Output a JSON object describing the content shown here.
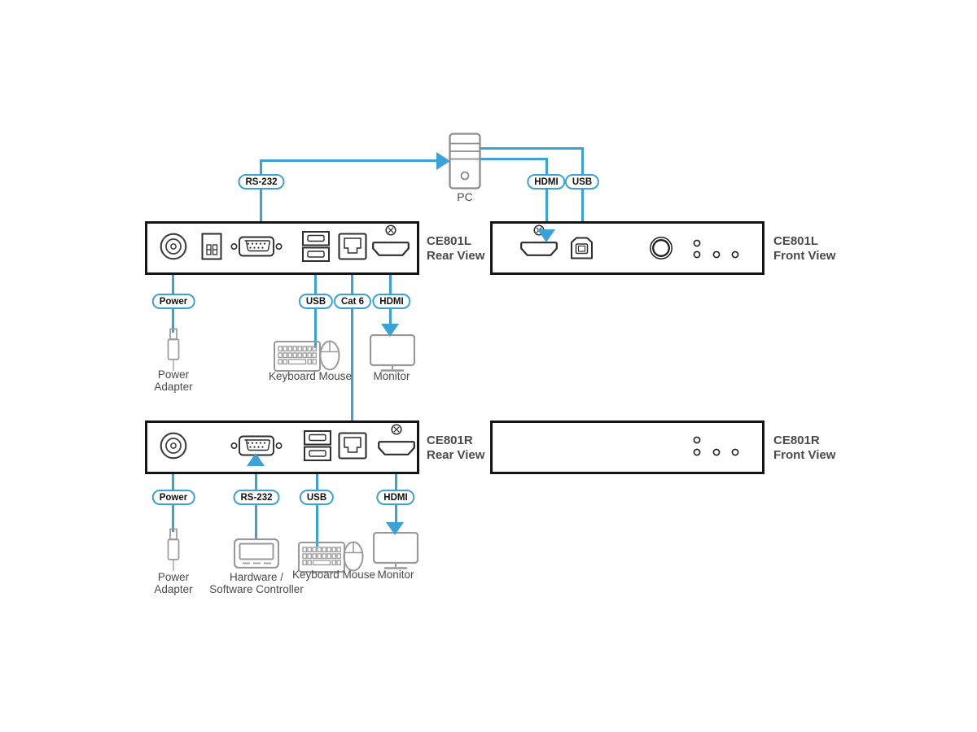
{
  "badges": {
    "top": {
      "rs232": "RS-232",
      "hdmi": "HDMI",
      "usb": "USB"
    },
    "local_unit": {
      "power": "Power",
      "usb": "USB",
      "cat6": "Cat 6",
      "hdmi": "HDMI"
    },
    "remote_unit": {
      "power": "Power",
      "rs232": "RS-232",
      "usb": "USB",
      "hdmi": "HDMI"
    }
  },
  "devices": {
    "ce801l_rear": {
      "name": "CE801L",
      "view": "Rear View"
    },
    "ce801l_front": {
      "name": "CE801L",
      "view": "Front View"
    },
    "ce801r_rear": {
      "name": "CE801R",
      "view": "Rear View"
    },
    "ce801r_front": {
      "name": "CE801R",
      "view": "Front View"
    }
  },
  "peripherals": {
    "pc": "PC",
    "power_adapter_top": {
      "line1": "Power",
      "line2": "Adapter"
    },
    "keyboard_mouse_top": "Keyboard Mouse",
    "monitor_top": "Monitor",
    "power_adapter_bottom": {
      "line1": "Power",
      "line2": "Adapter"
    },
    "controller": {
      "line1": "Hardware /",
      "line2": "Software Controller"
    },
    "keyboard_mouse_bottom": "Keyboard Mouse",
    "monitor_bottom": "Monitor"
  },
  "colors": {
    "connection_blue": "#3AA2D6",
    "device_border": "#151515",
    "label_gray": "#4A4A4A",
    "port_outline": "#2E2E2E",
    "peripheral_gray": "#999999"
  }
}
